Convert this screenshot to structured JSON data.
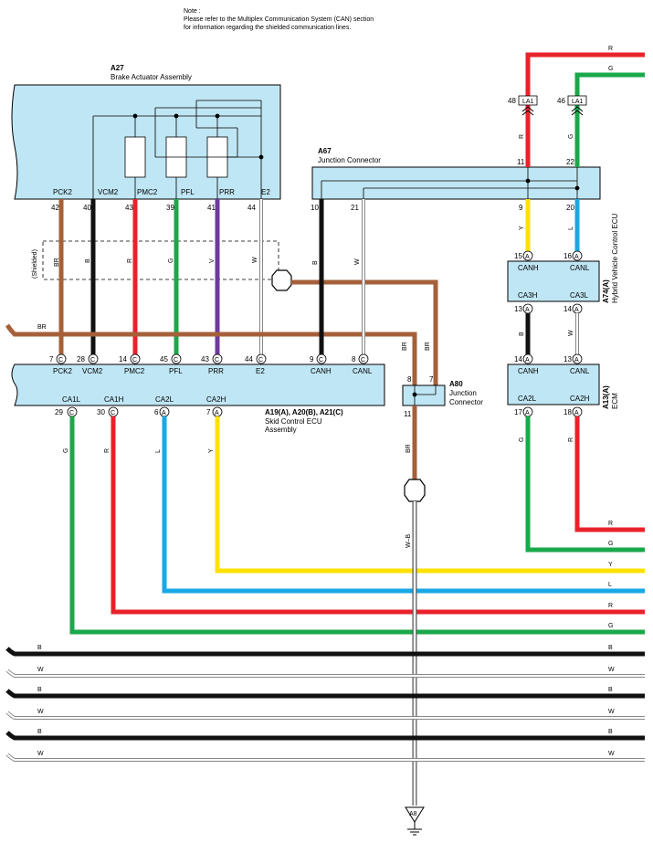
{
  "note": {
    "line1": "Note :",
    "line2": "Please refer to the Multiplex Communication System (CAN) section",
    "line3": "for information regarding the shielded communication lines."
  },
  "a27": {
    "code": "A27",
    "name": "Brake Actuator Assembly",
    "pins": [
      {
        "label": "PCK2",
        "num": "42",
        "wire": "BR"
      },
      {
        "label": "VCM2",
        "num": "40",
        "wire": "B"
      },
      {
        "label": "PMC2",
        "num": "43",
        "wire": "R"
      },
      {
        "label": "PFL",
        "num": "39",
        "wire": "G"
      },
      {
        "label": "PRR",
        "num": "41",
        "wire": "V"
      },
      {
        "label": "E2",
        "num": "44",
        "wire": "W"
      }
    ]
  },
  "shielded": "(Shielded)",
  "a67": {
    "code": "A67",
    "name": "Junction Connector",
    "pins": [
      {
        "num": "10",
        "wire": "B"
      },
      {
        "num": "21",
        "wire": "W"
      },
      {
        "num": "11",
        "wire": "R"
      },
      {
        "num": "22",
        "wire": "G"
      },
      {
        "num": "9",
        "wire": "Y"
      },
      {
        "num": "20",
        "wire": "L"
      }
    ]
  },
  "la1": {
    "left": {
      "label": "LA1",
      "num": "48"
    },
    "right": {
      "label": "LA1",
      "num": "46"
    }
  },
  "top_wires": {
    "r": "R",
    "g": "G"
  },
  "a74": {
    "code": "A74(A)",
    "name": "Hybrid Vehicle Control ECU",
    "canh": "CANH",
    "canl": "CANL",
    "ca3h": "CA3H",
    "ca3l": "CA3L",
    "canh_num": "15",
    "canl_num": "16",
    "ca3h_num": "13",
    "ca3l_num": "14",
    "conn": "A",
    "ca3h_wire": "B",
    "ca3l_wire": "W"
  },
  "a13": {
    "code": "A13(A)",
    "name": "ECM",
    "canh": "CANH",
    "canl": "CANL",
    "ca2l": "CA2L",
    "ca2h": "CA2H",
    "canh_num": "14",
    "canl_num": "13",
    "ca2l_num": "17",
    "ca2h_num": "18",
    "ca2l_wire": "G",
    "ca2h_wire": "R"
  },
  "skid": {
    "code": "A19(A), A20(B), A21(C)",
    "name_line1": "Skid Control ECU",
    "name_line2": "Assembly",
    "top_pins": [
      {
        "label": "PCK2",
        "num": "7",
        "conn": "C"
      },
      {
        "label": "VCM2",
        "num": "28",
        "conn": "C"
      },
      {
        "label": "PMC2",
        "num": "14",
        "conn": "C"
      },
      {
        "label": "PFL",
        "num": "45",
        "conn": "C"
      },
      {
        "label": "PRR",
        "num": "43",
        "conn": "C"
      },
      {
        "label": "E2",
        "num": "44",
        "conn": "C"
      },
      {
        "label": "CANH",
        "num": "9",
        "conn": "C"
      },
      {
        "label": "CANL",
        "num": "8",
        "conn": "C"
      }
    ],
    "bottom_pins": [
      {
        "label": "CA1L",
        "num": "29",
        "conn": "C",
        "wire": "G"
      },
      {
        "label": "CA1H",
        "num": "30",
        "conn": "C",
        "wire": "R"
      },
      {
        "label": "CA2L",
        "num": "6",
        "conn": "A",
        "wire": "L"
      },
      {
        "label": "CA2H",
        "num": "7",
        "conn": "A",
        "wire": "Y"
      }
    ],
    "br_in": "BR"
  },
  "a80": {
    "code": "A80",
    "name_line1": "Junction",
    "name_line2": "Connector",
    "pin8": "8",
    "pin7": "7",
    "pin11": "11",
    "wire_left": "BR",
    "wire_right": "BR",
    "wire_down": "BR",
    "wire_ground": "W–B"
  },
  "ground": "A8",
  "bus_labels": {
    "y": "Y",
    "l": "L",
    "r": "R",
    "g": "G",
    "r2": "R",
    "g2": "G",
    "b": "B",
    "w": "W"
  },
  "colors": {
    "box": "#bfe6f4",
    "brown": "#a5603a",
    "red": "#e8222a",
    "green": "#1aa84a",
    "yellow": "#ffe100",
    "blue": "#19a8e6",
    "violet": "#6d3aa0",
    "black": "#111111"
  }
}
